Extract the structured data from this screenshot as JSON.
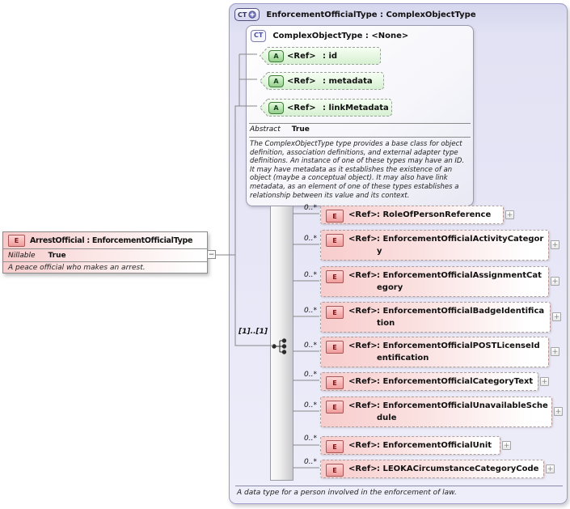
{
  "colors": {
    "container_fill": "#e4e4f6",
    "container_border": "#9c9cc4",
    "element_fill": "#f8cccc",
    "element_icon_border": "#a85656",
    "attribute_fill": "#daf2d4",
    "attribute_icon_border": "#3f7d3b",
    "connector_line": "#878787"
  },
  "left_panel": {
    "icon": "E",
    "title": "ArrestOfficial : EnforcementOfficialType",
    "nillable_label": "Nillable",
    "nillable_value": "True",
    "description": "A peace official who makes an arrest.",
    "collapse_glyph": "−"
  },
  "main_panel": {
    "icon": "CT",
    "title": "EnforcementOfficialType : ComplexObjectType",
    "footer": "A data type for a person involved in the enforcement of law.",
    "expand_glyph": "+",
    "sequence_cardinality": "[1]..[1]",
    "base_type": {
      "icon": "CT",
      "title": "ComplexObjectType : <None>",
      "abstract_label": "Abstract",
      "abstract_value": "True",
      "description": "The ComplexObjectType type provides a base class for object definition, association definitions, and external adapter type definitions. An instance of one of these types may have an ID. It may have metadata as it establishes the existence of an object (maybe a conceptual object). It may also have link metadata, as an element of one of these types establishes a relationship between its value and its context.",
      "attributes": [
        {
          "icon": "A",
          "ref_label": "<Ref>",
          "name": ": id"
        },
        {
          "icon": "A",
          "ref_label": "<Ref>",
          "name": ": metadata"
        },
        {
          "icon": "A",
          "ref_label": "<Ref>",
          "name": ": linkMetadata"
        }
      ]
    },
    "elements": [
      {
        "icon": "E",
        "cardinality": "0..*",
        "ref_label": "<Ref>",
        "name": ": RoleOfPersonReference"
      },
      {
        "icon": "E",
        "cardinality": "0..*",
        "ref_label": "<Ref>",
        "name": ": EnforcementOfficialActivityCategory"
      },
      {
        "icon": "E",
        "cardinality": "0..*",
        "ref_label": "<Ref>",
        "name": ": EnforcementOfficialAssignmentCategory"
      },
      {
        "icon": "E",
        "cardinality": "0..*",
        "ref_label": "<Ref>",
        "name": ": EnforcementOfficialBadgeIdentification"
      },
      {
        "icon": "E",
        "cardinality": "0..*",
        "ref_label": "<Ref>",
        "name": ": EnforcementOfficialPOSTLicenseIdentification"
      },
      {
        "icon": "E",
        "cardinality": "0..*",
        "ref_label": "<Ref>",
        "name": ": EnforcementOfficialCategoryText"
      },
      {
        "icon": "E",
        "cardinality": "0..*",
        "ref_label": "<Ref>",
        "name": ": EnforcementOfficialUnavailableSchedule"
      },
      {
        "icon": "E",
        "cardinality": "0..*",
        "ref_label": "<Ref>",
        "name": ": EnforcementOfficialUnit"
      },
      {
        "icon": "E",
        "cardinality": "0..*",
        "ref_label": "<Ref>",
        "name": ": LEOKACircumstanceCategoryCode"
      }
    ]
  }
}
